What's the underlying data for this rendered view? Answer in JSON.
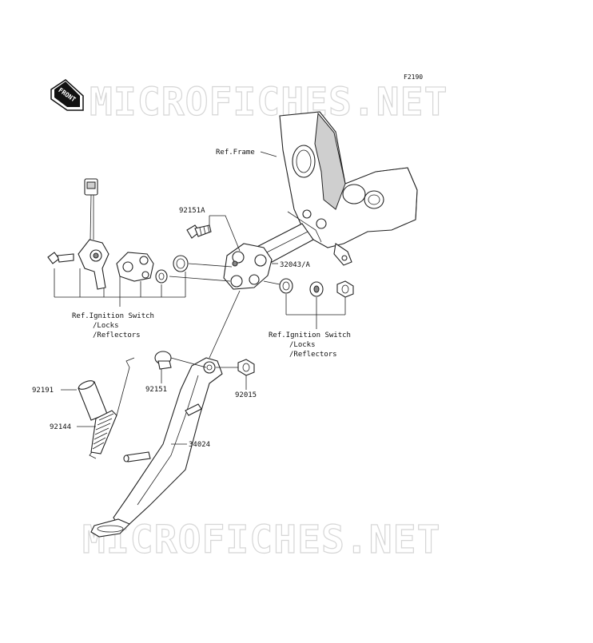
{
  "figure_code": "F2190",
  "front_arrow_label": "FRONT",
  "watermarks": [
    "MICROFICHES.NET",
    "MICROFICHES.NET"
  ],
  "labels": {
    "ref_frame": "Ref.Frame",
    "p92151A": "92151A",
    "p32043A": "32043/A",
    "ref_ign_left": [
      "Ref.Ignition Switch",
      "/Locks",
      "/Reflectors"
    ],
    "ref_ign_right": [
      "Ref.Ignition Switch",
      "/Locks",
      "/Reflectors"
    ],
    "p92191": "92191",
    "p92151": "92151",
    "p92015": "92015",
    "p92144": "92144",
    "p34024": "34024"
  },
  "colors": {
    "line": "#222222",
    "shade": "#cfcfcf",
    "watermark": "#d6d6d6"
  }
}
